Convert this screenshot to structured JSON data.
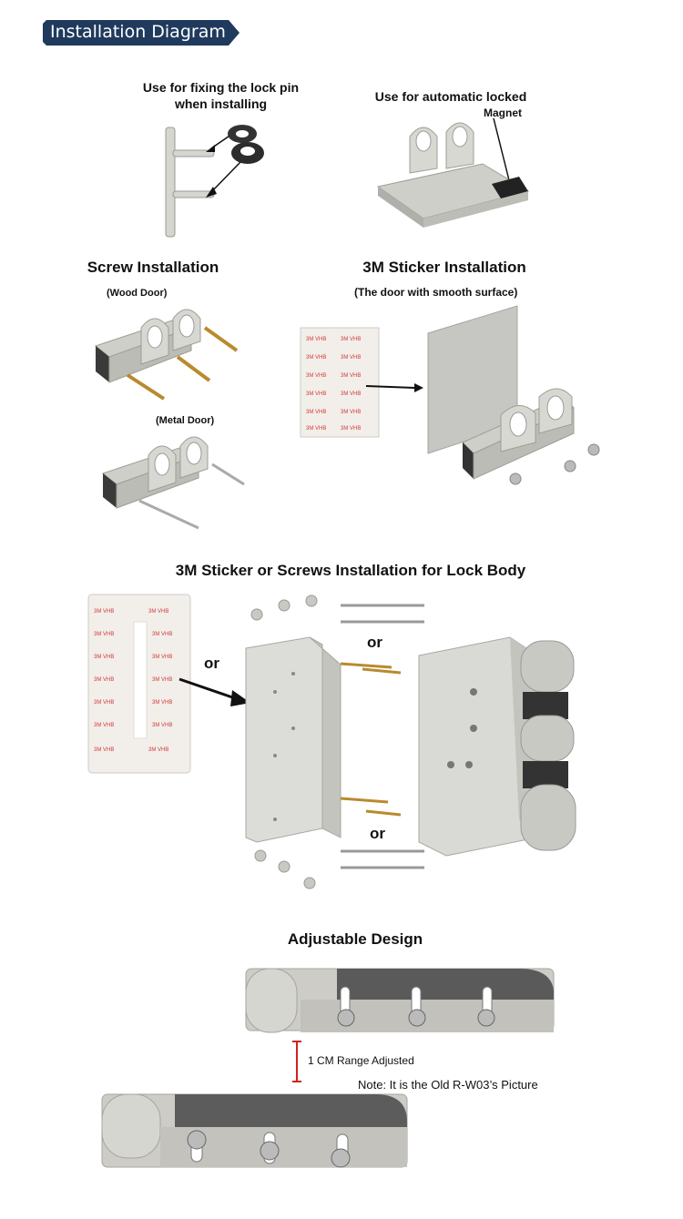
{
  "banner": {
    "title": "Installation Diagram"
  },
  "top": {
    "pin_caption": "Use for fixing the lock pin when installing",
    "auto_caption": "Use for automatic locked",
    "magnet_label": "Magnet"
  },
  "screw": {
    "title": "Screw Installation",
    "wood_label": "(Wood Door)",
    "metal_label": "(Metal Door)"
  },
  "sticker": {
    "title": "3M Sticker Installation",
    "subtitle": "(The door with smooth surface)"
  },
  "lockbody": {
    "title": "3M Sticker or Screws Installation for Lock Body",
    "or_labels": [
      "or",
      "or",
      "or"
    ]
  },
  "adjustable": {
    "title": "Adjustable Design",
    "range_label": "1 CM Range Adjusted",
    "note": "Note: It is the Old R-W03’s Picture"
  },
  "colors": {
    "banner": "#1f3a5c",
    "metal": "#c9c9c4",
    "dark": "#3d3d3d",
    "tape_mark": "#d13b3b",
    "range_mark": "#d42020"
  }
}
